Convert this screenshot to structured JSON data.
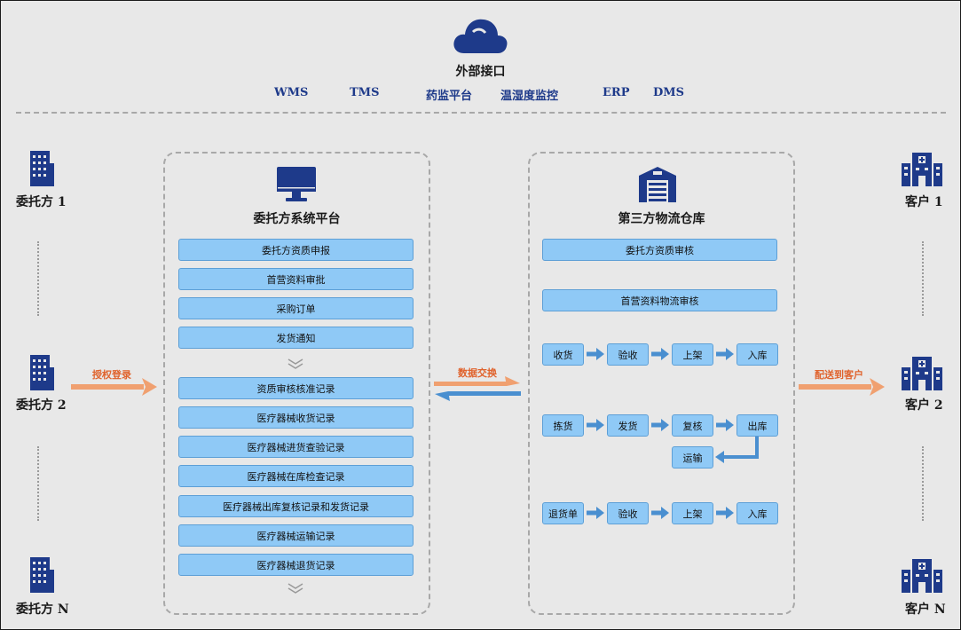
{
  "external": {
    "title": "外部接口",
    "interfaces": [
      "WMS",
      "TMS",
      "药监平台",
      "温湿度监控",
      "ERP",
      "DMS"
    ]
  },
  "left_side": {
    "parties": [
      "委托方 1",
      "委托方 2",
      "委托方 N"
    ],
    "arrow_label": "授权登录"
  },
  "platform": {
    "title": "委托方系统平台",
    "top_items": [
      "委托方资质申报",
      "首营资料审批",
      "采购订单",
      "发货通知"
    ],
    "bottom_items": [
      "资质审核核准记录",
      "医疗器械收货记录",
      "医疗器械进货查验记录",
      "医疗器械在库检查记录",
      "医疗器械出库复核记录和发货记录",
      "医疗器械运输记录",
      "医疗器械退货记录"
    ]
  },
  "exchange": {
    "label": "数据交换"
  },
  "warehouse": {
    "title": "第三方物流仓库",
    "review_1": "委托方资质审核",
    "review_2": "首营资料物流审核",
    "flow_receive": [
      "收货",
      "验收",
      "上架",
      "入库"
    ],
    "flow_ship": [
      "拣货",
      "发货",
      "复核",
      "出库"
    ],
    "flow_ship_extra": "运输",
    "flow_return": [
      "退货单",
      "验收",
      "上架",
      "入库"
    ]
  },
  "right_side": {
    "customers": [
      "客户 1",
      "客户 2",
      "客户 N"
    ],
    "arrow_label": "配送到客户"
  },
  "colors": {
    "navy": "#1e3a8a",
    "box_fill": "#8fc9f6",
    "box_border": "#5d9fd6",
    "arrow_blue": "#4a8fd0",
    "arrow_orange": "#f0a070",
    "label_orange": "#e0632d"
  },
  "icons": {
    "cloud": "cloud-icon",
    "monitor": "monitor-icon",
    "warehouse": "warehouse-icon",
    "building": "building-icon",
    "hospital": "hospital-icon"
  }
}
